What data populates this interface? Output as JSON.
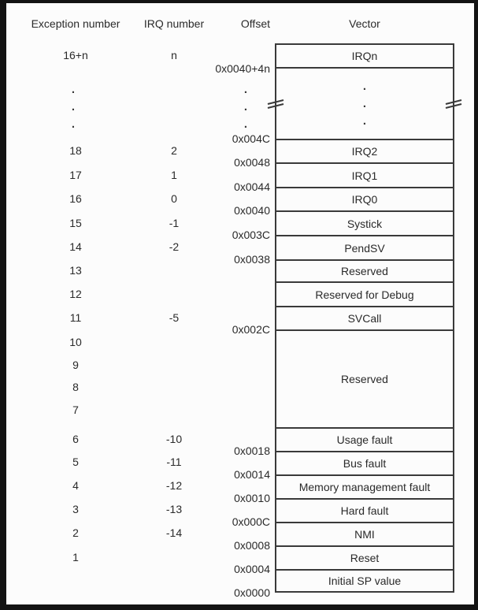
{
  "headers": {
    "exception": "Exception number",
    "irq": "IRQ number",
    "offset": "Offset",
    "vector": "Vector"
  },
  "exception_numbers": [
    "16+n",
    "18",
    "17",
    "16",
    "15",
    "14",
    "13",
    "12",
    "11",
    "10",
    "9",
    "8",
    "7",
    "6",
    "5",
    "4",
    "3",
    "2",
    "1"
  ],
  "irq_numbers": [
    "n",
    "2",
    "1",
    "0",
    "-1",
    "-2",
    "-5",
    "-10",
    "-11",
    "-12",
    "-13",
    "-14"
  ],
  "offsets": [
    "0x0040+4n",
    "0x004C",
    "0x0048",
    "0x0044",
    "0x0040",
    "0x003C",
    "0x0038",
    "0x002C",
    "0x0018",
    "0x0014",
    "0x0010",
    "0x000C",
    "0x0008",
    "0x0004",
    "0x0000"
  ],
  "vectors": [
    "IRQn",
    "IRQ2",
    "IRQ1",
    "IRQ0",
    "Systick",
    "PendSV",
    "Reserved",
    "Reserved for Debug",
    "SVCall",
    "Reserved",
    "Usage fault",
    "Bus fault",
    "Memory management fault",
    "Hard fault",
    "NMI",
    "Reset",
    "Initial SP value"
  ],
  "ellipsis": {
    "dot": "."
  },
  "colors": {
    "line": "#3a3a3a",
    "text": "#2a2a2a",
    "background": "#fcfcfc",
    "frame": "#131313"
  }
}
